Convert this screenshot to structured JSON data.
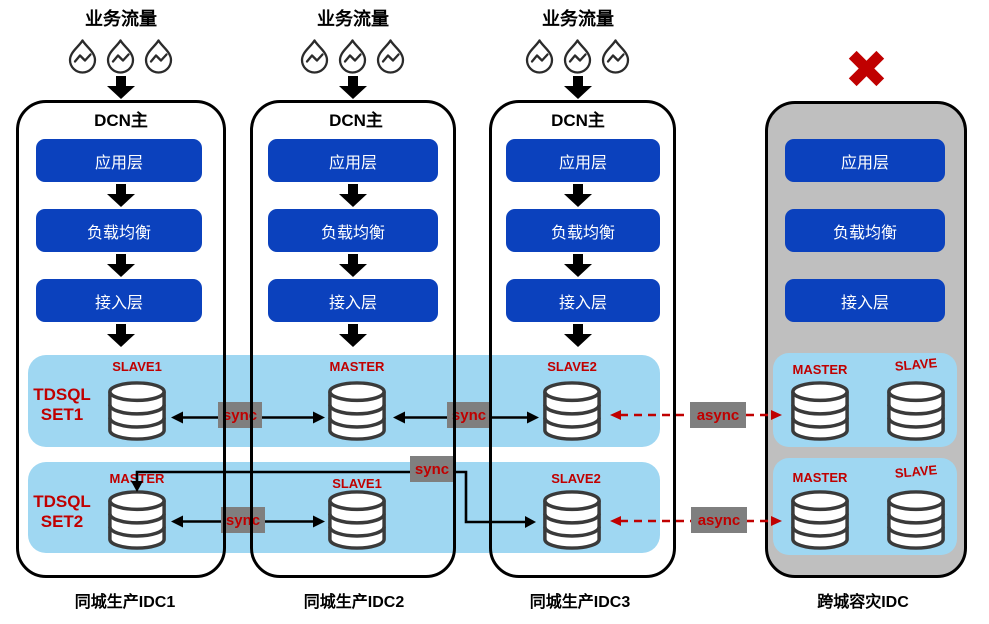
{
  "labels": {
    "traffic": "业务流量",
    "dcn": "DCN主",
    "app_layer": "应用层",
    "lb_layer": "负载均衡",
    "access_layer": "接入层",
    "sync": "sync",
    "async": "async"
  },
  "sets": {
    "set1": {
      "line1": "TDSQL",
      "line2": "SET1"
    },
    "set2": {
      "line1": "TDSQL",
      "line2": "SET2"
    }
  },
  "columns": {
    "idc1": {
      "caption": "同城生产IDC1",
      "set1_db": "SLAVE1",
      "set2_db": "MASTER"
    },
    "idc2": {
      "caption": "同城生产IDC2",
      "set1_db": "MASTER",
      "set2_db": "SLAVE1"
    },
    "idc3": {
      "caption": "同城生产IDC3",
      "set1_db": "SLAVE2",
      "set2_db": "SLAVE2"
    },
    "idc4": {
      "caption": "跨城容灾IDC",
      "set1_db1": "MASTER",
      "set1_db2": "SLAVE",
      "set2_db1": "MASTER",
      "set2_db2": "SLAVE"
    }
  },
  "icons": {
    "traffic_drop": "water-drop-with-wave",
    "flow_arrow": "thick-down-arrow",
    "database": "database-cylinder",
    "failover": "red-cross"
  },
  "colors": {
    "layer_blue": "#0B41BD",
    "band_blue": "#9FD7F2",
    "idc4_gray": "#BFBFBF",
    "link_gray": "#7F7F7F",
    "accent_red": "#C00000"
  }
}
